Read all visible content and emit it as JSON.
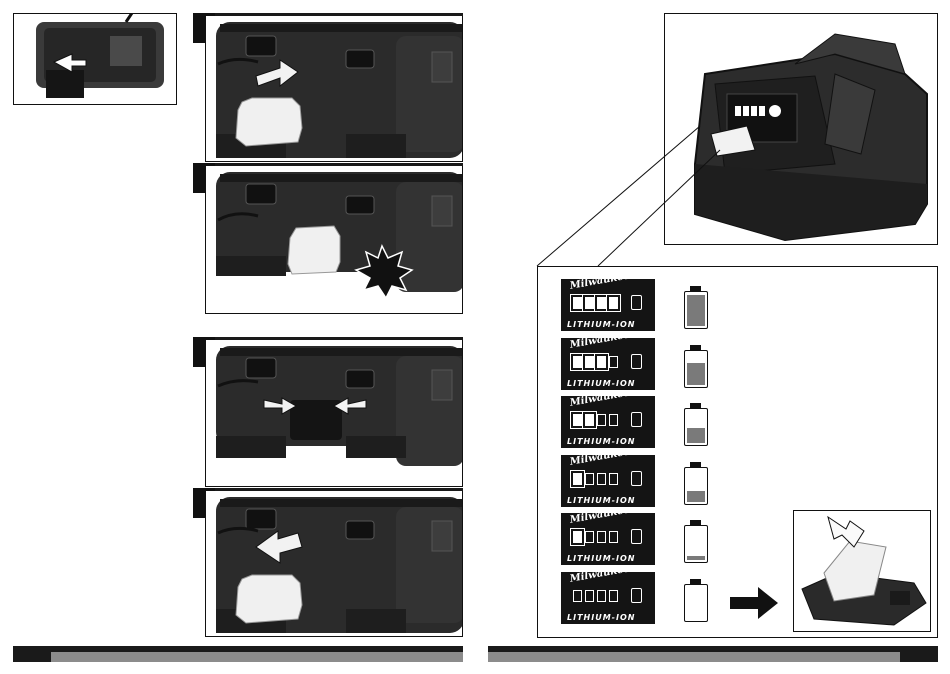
{
  "colors": {
    "ink": "#111111",
    "grey_fill": "#7a7a7a",
    "footer_grey": "#8c8c8c"
  },
  "gauge": {
    "brand": "Milwaukee",
    "label": "LITHIUM-ION",
    "rows": [
      {
        "lit_cells": 4,
        "battery_level": 1.0
      },
      {
        "lit_cells": 3,
        "battery_level": 0.7
      },
      {
        "lit_cells": 2,
        "battery_level": 0.5
      },
      {
        "lit_cells": 1,
        "battery_level": 0.33
      },
      {
        "lit_cells": 1,
        "battery_level": 0.12,
        "blinking": true
      },
      {
        "lit_cells": 0,
        "battery_level": 0.0
      }
    ]
  },
  "icons": {
    "insert": "arrow-right-icon",
    "click": "starburst-icon",
    "release": "squeeze-arrows-icon",
    "remove": "arrow-left-icon",
    "charge": "arrow-right-icon"
  }
}
